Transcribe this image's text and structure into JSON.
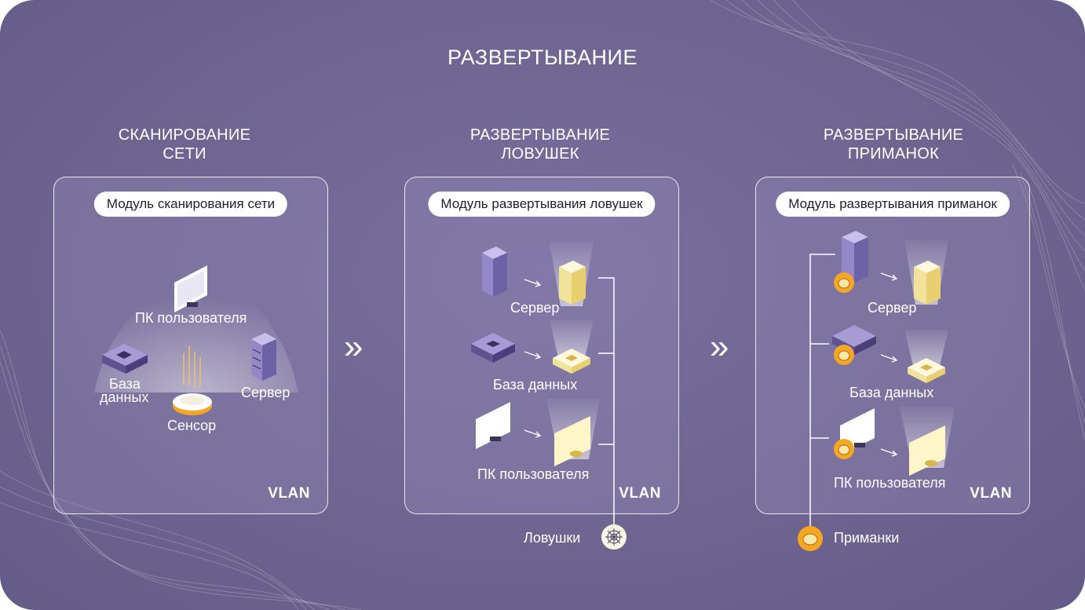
{
  "title": "РАЗВЕРТЫВАНИЕ",
  "columns": [
    {
      "title_line1": "СКАНИРОВАНИЕ",
      "title_line2": "СЕТИ",
      "module": "Модуль сканирования сети",
      "vlan": "VLAN",
      "labels": {
        "pc": "ПК пользователя",
        "db_line1": "База",
        "db_line2": "данных",
        "server": "Сервер",
        "sensor": "Сенсор"
      }
    },
    {
      "title_line1": "РАЗВЕРТЫВАНИЕ",
      "title_line2": "ЛОВУШЕК",
      "module": "Модуль развертывания ловушек",
      "vlan": "VLAN",
      "labels": {
        "server": "Сервер",
        "db": "База данных",
        "pc": "ПК пользователя"
      },
      "footer": "Ловушки"
    },
    {
      "title_line1": "РАЗВЕРТЫВАНИЕ",
      "title_line2": "ПРИМАНОК",
      "module": "Модуль развертывания приманок",
      "vlan": "VLAN",
      "labels": {
        "server": "Сервер",
        "db": "База данных",
        "pc": "ПК пользователя"
      },
      "footer": "Приманки"
    }
  ],
  "separator_glyph": "»",
  "icons": {
    "monitor": "monitor-icon",
    "database": "database-icon",
    "server": "server-icon",
    "sensor": "sensor-icon",
    "trap": "spiderweb-icon",
    "lure": "honeypot-icon"
  },
  "colors": {
    "background": "#6e6590",
    "accent": "#f5a623",
    "decoy": "#f4efc9",
    "device": "#7f72b3"
  }
}
